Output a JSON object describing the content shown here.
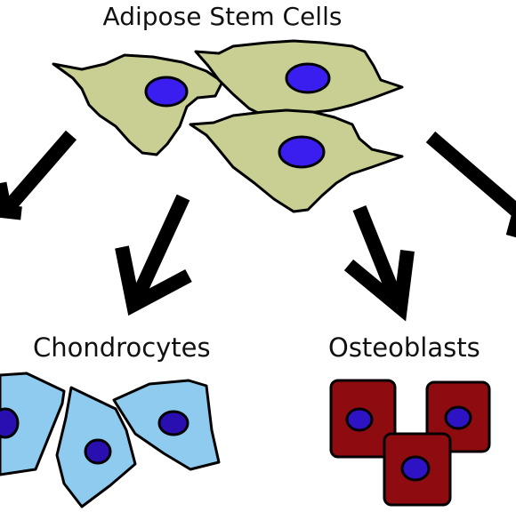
{
  "title": "Adipose Stem Cells",
  "branches": [
    {
      "label": "Chondrocytes"
    },
    {
      "label": "Osteoblasts"
    }
  ],
  "colors": {
    "stem_cell_fill": "#c9cf93",
    "stem_nucleus": "#3a1ef0",
    "chondrocyte_fill": "#8fcaef",
    "chondrocyte_nucleus": "#2a0fb0",
    "osteoblast_fill": "#8e0c10",
    "osteoblast_nucleus": "#2e13c4",
    "outline": "#000000"
  }
}
